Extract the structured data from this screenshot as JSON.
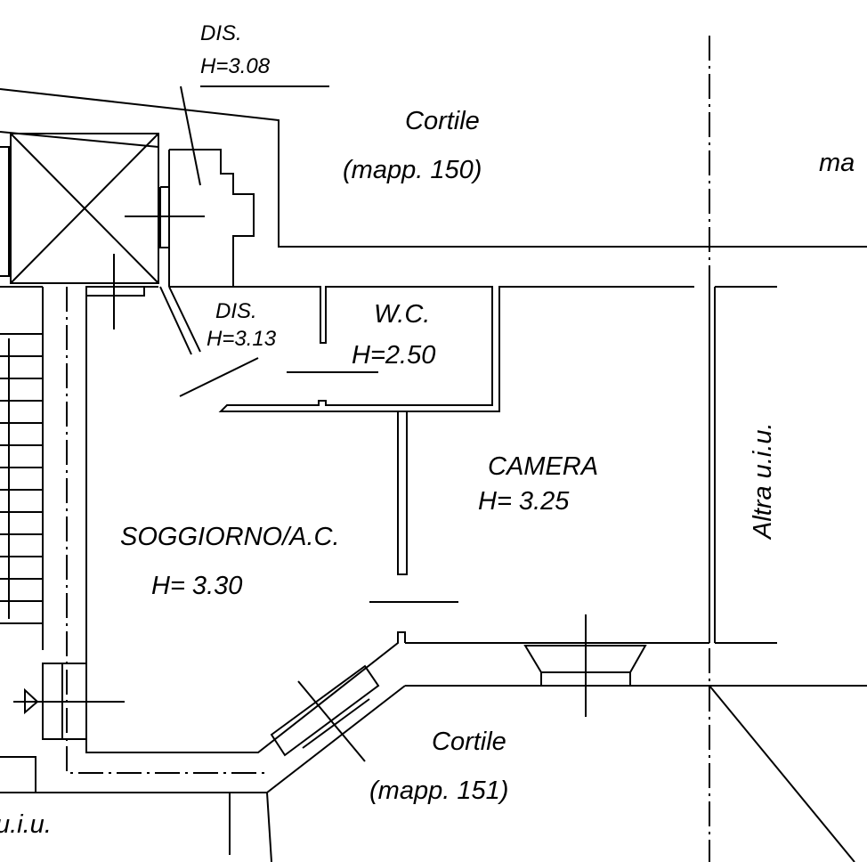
{
  "labels": {
    "dis_top": "DIS.",
    "dis_top_h": "H=3.08",
    "cortile_top": "Cortile",
    "mapp_150": "(mapp. 150)",
    "mapp_right_cut": "ma",
    "dis_mid": "DIS.",
    "dis_mid_h": "H=3.13",
    "wc": "W.C.",
    "wc_h": "H=2.50",
    "camera": "CAMERA",
    "camera_h": "H= 3.25",
    "soggiorno": "SOGGIORNO/A.C.",
    "soggiorno_h": "H= 3.30",
    "altra_uiu": "Altra u.i.u.",
    "cortile_bottom": "Cortile",
    "mapp_151": "(mapp. 151)",
    "uiu_bottom_left": "u.i.u."
  }
}
